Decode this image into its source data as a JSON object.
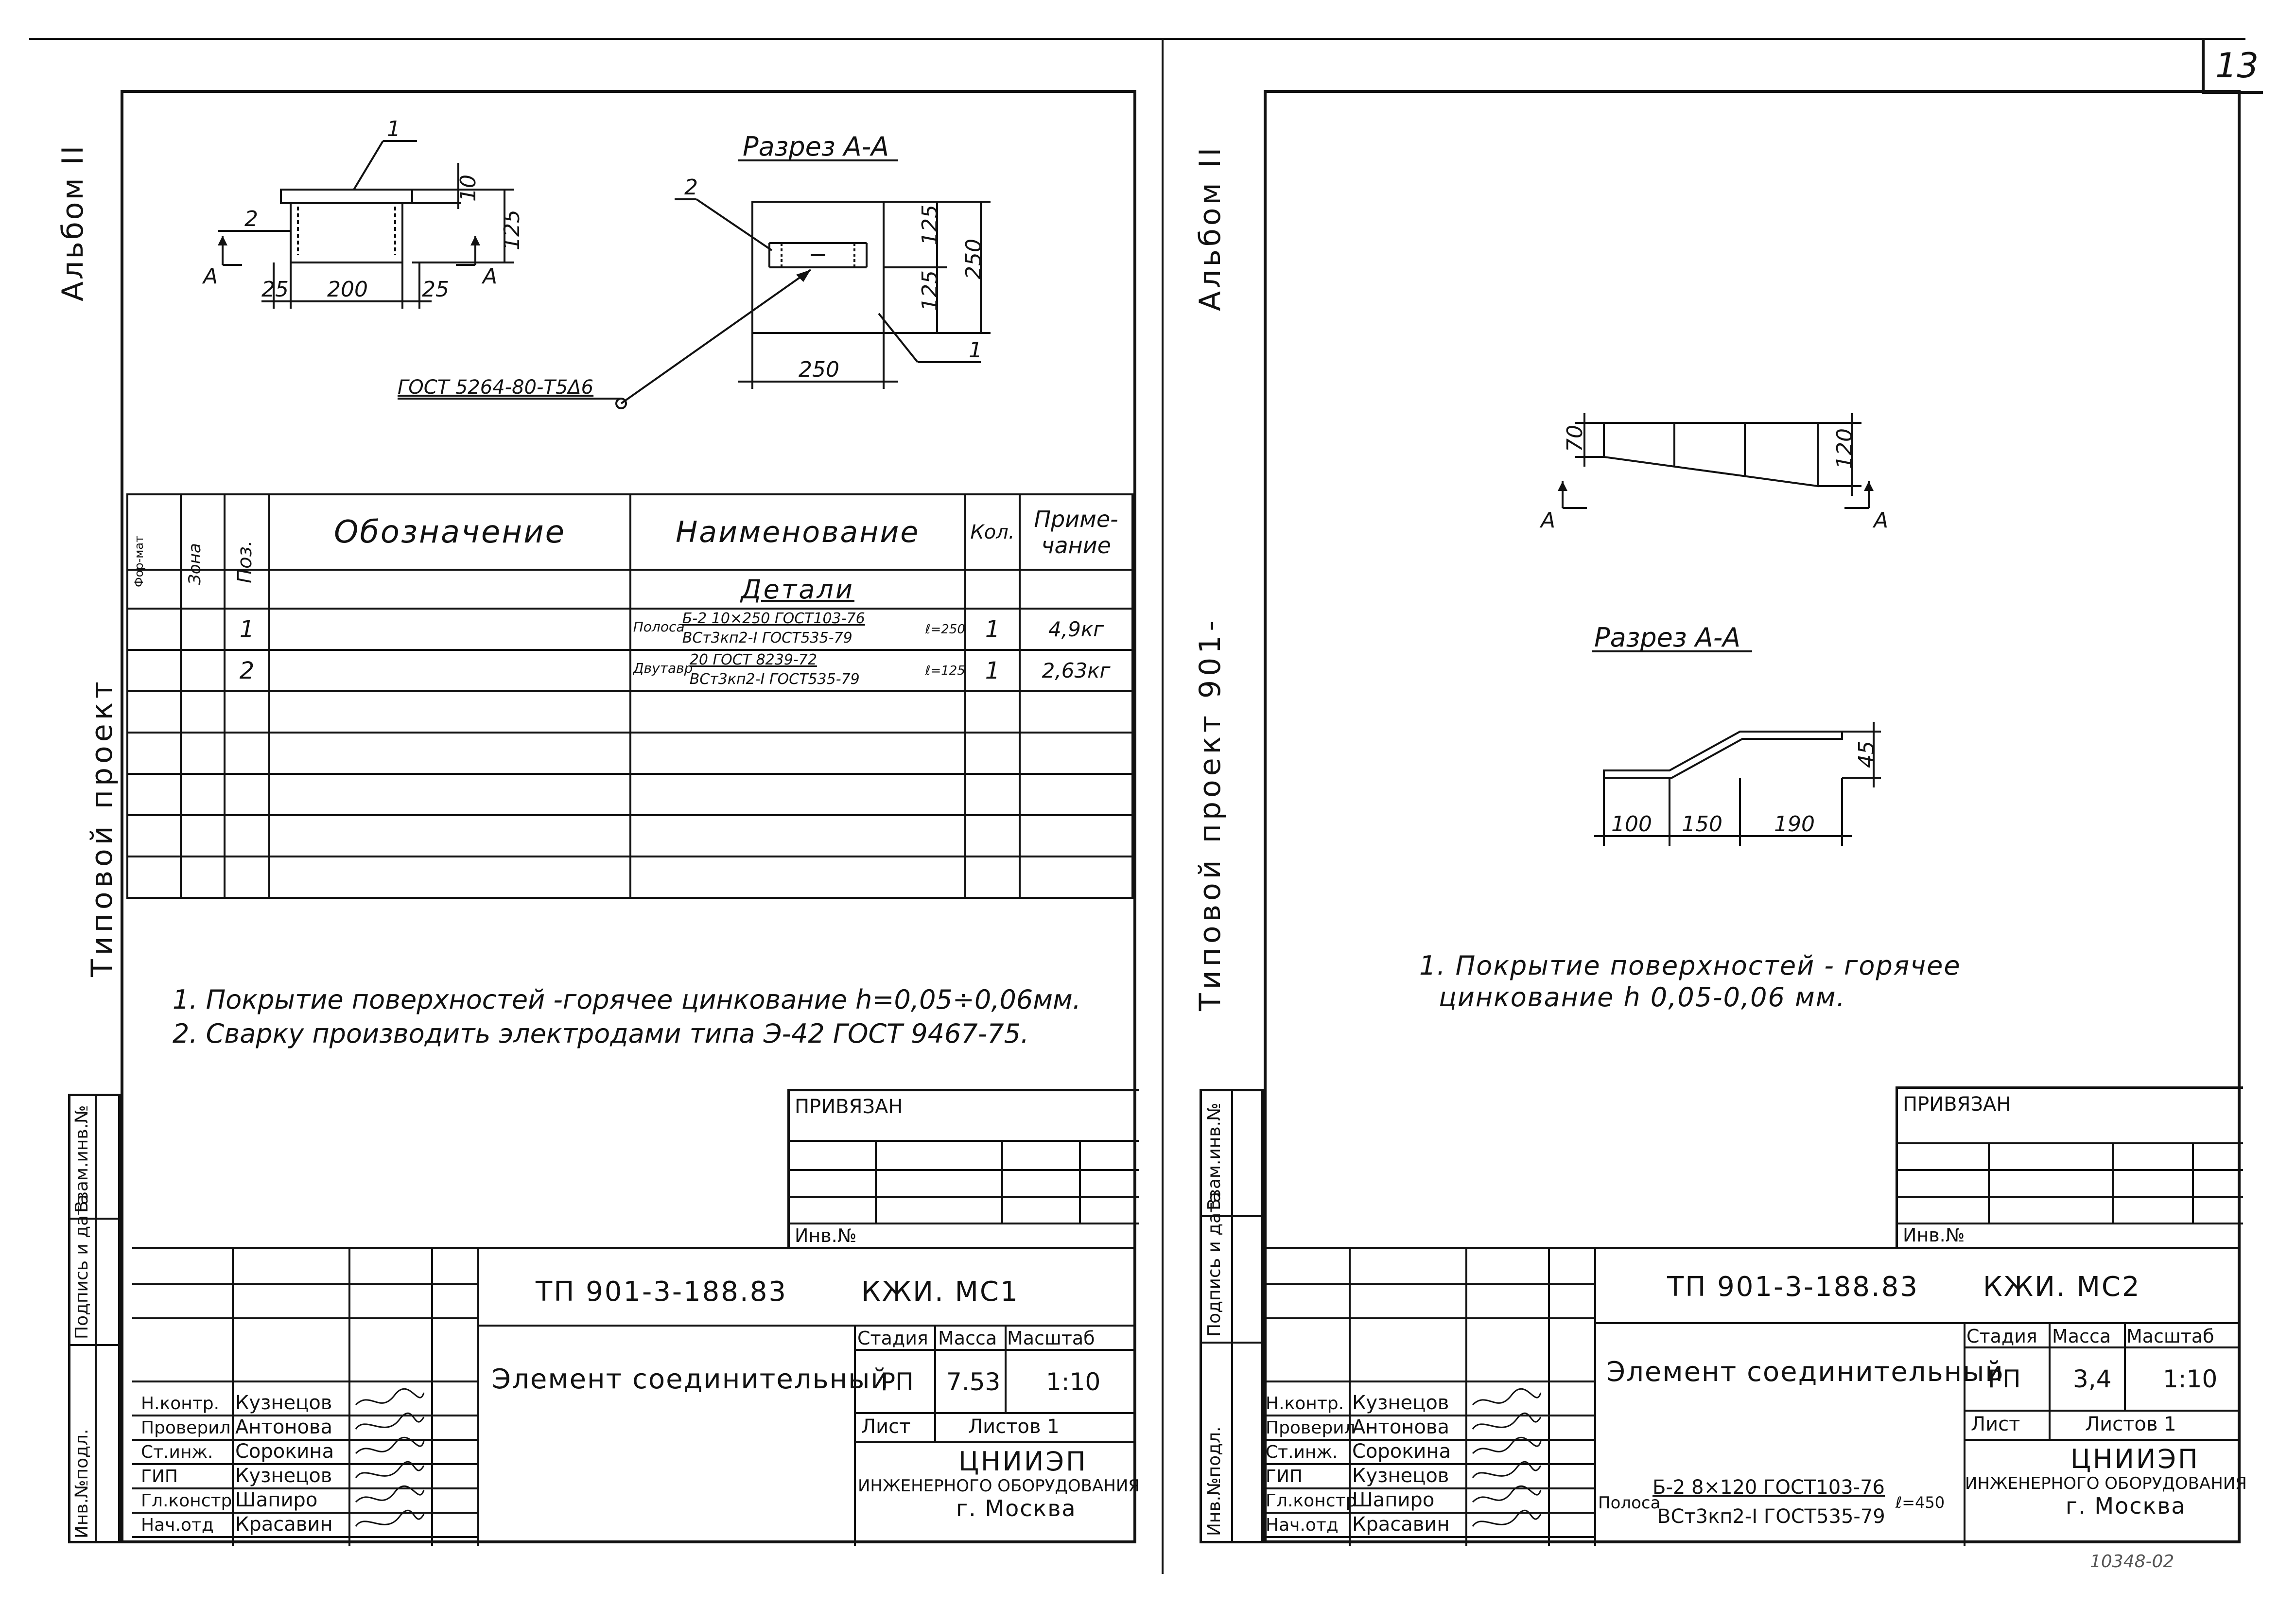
{
  "page_number": "13",
  "left": {
    "side_album": "Альбом II",
    "side_project": "Типовой проект",
    "drawing": {
      "callout_1": "1",
      "callout_2": "2",
      "dim_10": "10",
      "dim_125": "125",
      "dim_25a": "25",
      "dim_200": "200",
      "dim_25b": "25",
      "section_mark_left": "А",
      "section_mark_right": "А",
      "section_title": "Разрез А-А",
      "sec_callout_2": "2",
      "sec_callout_1": "1",
      "sec_dim_125a": "125",
      "sec_dim_125b": "125",
      "sec_dim_250v": "250",
      "sec_dim_250h": "250",
      "weld_note": "ГОСТ 5264-80-Т5Δ6"
    },
    "spec": {
      "headers": {
        "format": "Фор-мат",
        "zone": "Зона",
        "pos": "Поз.",
        "designation": "Обозначение",
        "name": "Наименование",
        "qty": "Кол.",
        "note": "Приме-чание"
      },
      "section_header": "Детали",
      "rows": [
        {
          "pos": "1",
          "name_prefix": "Полоса",
          "name_top": "Б-2 10×250 ГОСТ103-76",
          "name_bottom": "ВСт3кп2-I ГОСТ535-79",
          "name_suffix": "ℓ=250",
          "qty": "1",
          "note": "4,9кг"
        },
        {
          "pos": "2",
          "name_prefix": "Двутавр",
          "name_top": "20 ГОСТ 8239-72",
          "name_bottom": "ВСт3кп2-I ГОСТ535-79",
          "name_suffix": "ℓ=125",
          "qty": "1",
          "note": "2,63кг"
        }
      ]
    },
    "notes": [
      "1. Покрытие поверхностей -горячее цинкование  h=0,05÷0,06мм.",
      "2. Сварку производить электродами типа Э-42 ГОСТ 9467-75."
    ],
    "privyazan": "ПРИВЯЗАН",
    "inv_no": "Инв.№",
    "side_labels": [
      "Инв.№подл.",
      "Подпись и дата",
      "Взам.инв.№"
    ],
    "title_block": {
      "code": "ТП  901-3-188.83",
      "mark": "КЖИ.  МС1",
      "title": "Элемент  соединительный",
      "h_stage": "Стадия",
      "h_mass": "Масса",
      "h_scale": "Масштаб",
      "stage": "РП",
      "mass": "7.53",
      "scale": "1:10",
      "sheet": "Лист",
      "sheets": "Листов 1",
      "org1": "ЦНИИЭП",
      "org2": "ИНЖЕНЕРНОГО ОБОРУДОВАНИЯ",
      "org3": "г. Москва",
      "people": [
        {
          "role": "Н.контр.",
          "name": "Кузнецов"
        },
        {
          "role": "Проверил",
          "name": "Антонова"
        },
        {
          "role": "Ст.инж.",
          "name": "Сорокина"
        },
        {
          "role": "ГИП",
          "name": "Кузнецов"
        },
        {
          "role": "Гл.констр",
          "name": "Шапиро"
        },
        {
          "role": "Нач.отд",
          "name": "Красавин"
        }
      ]
    }
  },
  "right": {
    "side_album": "Альбом II",
    "side_project": "Типовой проект 901-",
    "drawing": {
      "dim_70": "70",
      "dim_120": "120",
      "mark_left": "А",
      "mark_right": "А",
      "section_title": "Разрез А-А",
      "dim_45": "45",
      "dim_100": "100",
      "dim_150": "150",
      "dim_190": "190"
    },
    "notes": [
      "1. Покрытие  поверхностей - горячее",
      "цинкование   h  0,05-0,06 мм."
    ],
    "privyazan": "ПРИВЯЗАН",
    "inv_no": "Инв.№",
    "side_labels": [
      "Инв.№подл.",
      "Подпись и дата",
      "Взам.инв.№"
    ],
    "title_block": {
      "code": "ТП  901-3-188.83",
      "mark": "КЖИ.  МС2",
      "title": "Элемент  соединительный",
      "h_stage": "Стадия",
      "h_mass": "Масса",
      "h_scale": "Масштаб",
      "stage": "РП",
      "mass": "3,4",
      "scale": "1:10",
      "sheet": "Лист",
      "sheets": "Листов 1",
      "org1": "ЦНИИЭП",
      "org2": "ИНЖЕНЕРНОГО ОБОРУДОВАНИЯ",
      "org3": "г. Москва",
      "material_prefix": "Полоса",
      "material_top": "Б-2 8×120 ГОСТ103-76",
      "material_bottom": "ВСт3кп2-I ГОСТ535-79",
      "material_suffix": "ℓ=450",
      "people": [
        {
          "role": "Н.контр.",
          "name": "Кузнецов"
        },
        {
          "role": "Проверил",
          "name": "Антонова"
        },
        {
          "role": "Ст.инж.",
          "name": "Сорокина"
        },
        {
          "role": "ГИП",
          "name": "Кузнецов"
        },
        {
          "role": "Гл.констр",
          "name": "Шапиро"
        },
        {
          "role": "Нач.отд",
          "name": "Красавин"
        }
      ]
    }
  },
  "footer_stamp": "10348-02"
}
